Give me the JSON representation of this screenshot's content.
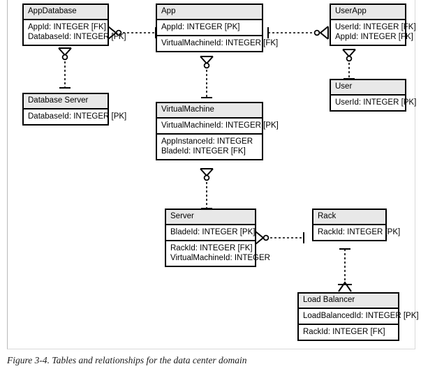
{
  "figure": {
    "caption": "Figure 3-4. Tables and relationships for the data center domain"
  },
  "entities": {
    "app_database": {
      "name": "AppDatabase",
      "fields": [
        "AppId: INTEGER [FK]",
        "DatabaseId: INTEGER [FK]"
      ]
    },
    "database_server": {
      "name": "Database Server",
      "fields": [
        "DatabaseId: INTEGER [PK]"
      ]
    },
    "app": {
      "name": "App",
      "pk": "AppId: INTEGER [PK]",
      "fk": "VirtualMachineId: INTEGER [FK]"
    },
    "user_app": {
      "name": "UserApp",
      "fields": [
        "UserId: INTEGER [FK]",
        "AppId: INTEGER [FK]"
      ]
    },
    "user": {
      "name": "User",
      "fields": [
        "UserId: INTEGER [PK]"
      ]
    },
    "virtual_machine": {
      "name": "VirtualMachine",
      "pk": "VirtualMachineId: INTEGER [PK]",
      "fields": [
        "AppInstanceId: INTEGER",
        "BladeId: INTEGER [FK]"
      ]
    },
    "server": {
      "name": "Server",
      "pk": "BladeId: INTEGER [PK]",
      "fields": [
        "RackId: INTEGER [FK]",
        "VirtualMachineId: INTEGER"
      ]
    },
    "rack": {
      "name": "Rack",
      "fields": [
        "RackId: INTEGER [PK]"
      ]
    },
    "load_balancer": {
      "name": "Load Balancer",
      "pk": "LoadBalancedId: INTEGER [PK]",
      "fk": "RackId: INTEGER [FK]"
    }
  },
  "relationships": [
    {
      "id": "appdatabase-app",
      "from": "app_database",
      "to": "app",
      "from_card": "zero-or-many",
      "to_card": "exactly-one",
      "orientation": "horizontal"
    },
    {
      "id": "appdatabase-databaseserver",
      "from": "app_database",
      "to": "database_server",
      "from_card": "zero-or-many",
      "to_card": "exactly-one",
      "orientation": "vertical"
    },
    {
      "id": "app-userapp",
      "from": "app",
      "to": "user_app",
      "from_card": "exactly-one",
      "to_card": "zero-or-many",
      "orientation": "horizontal"
    },
    {
      "id": "userapp-user",
      "from": "user_app",
      "to": "user",
      "from_card": "zero-or-many",
      "to_card": "exactly-one",
      "orientation": "vertical"
    },
    {
      "id": "app-virtualmachine",
      "from": "app",
      "to": "virtual_machine",
      "from_card": "zero-or-many",
      "to_card": "exactly-one",
      "orientation": "vertical"
    },
    {
      "id": "virtualmachine-server",
      "from": "virtual_machine",
      "to": "server",
      "from_card": "zero-or-many",
      "to_card": "exactly-one",
      "orientation": "vertical"
    },
    {
      "id": "server-rack",
      "from": "server",
      "to": "rack",
      "from_card": "zero-or-many",
      "to_card": "exactly-one",
      "orientation": "horizontal"
    },
    {
      "id": "rack-loadbalancer",
      "from": "rack",
      "to": "load_balancer",
      "from_card": "exactly-one",
      "to_card": "one-or-many",
      "orientation": "vertical"
    }
  ],
  "style": {
    "header_fill": "#e8e8e8",
    "box_fill": "#ffffff",
    "line_color": "#000000",
    "frame_color": "#d9d9d9"
  }
}
